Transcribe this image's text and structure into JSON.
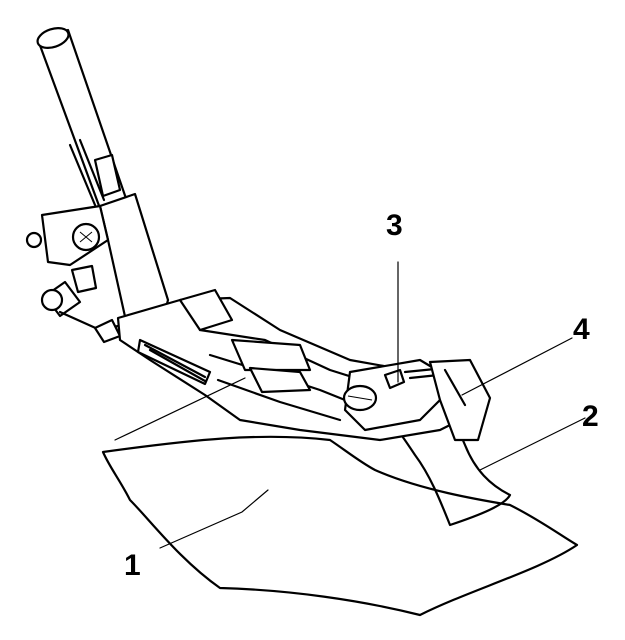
{
  "callouts": {
    "fabric_main": "1",
    "fabric_strip": "2",
    "adjust_screw": "3",
    "guide": "4"
  },
  "colors": {
    "ink": "#000000",
    "paper": "#ffffff"
  }
}
